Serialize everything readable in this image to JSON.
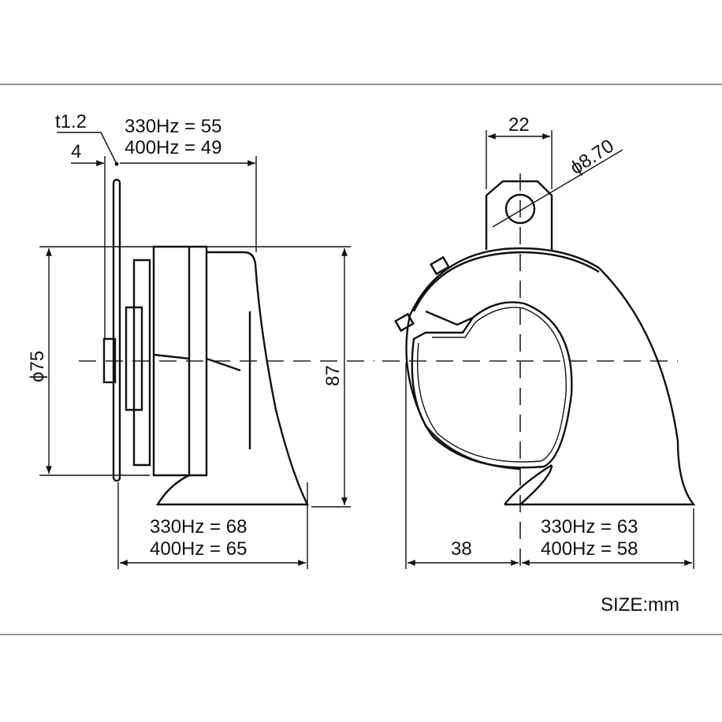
{
  "drawing": {
    "side_view": {
      "thickness_label": "t1.2",
      "offset_label": "4",
      "depth_330": "330Hz = 55",
      "depth_400": "400Hz = 49",
      "diameter_label": "ϕ75",
      "height_label": "87",
      "base_330": "330Hz = 68",
      "base_400": "400Hz = 65"
    },
    "front_view": {
      "bracket_width_label": "22",
      "hole_diameter_label": "ϕ8.70",
      "left_offset_label": "38",
      "right_330": "330Hz = 63",
      "right_400": "400Hz = 58"
    },
    "units_label": "SIZE:mm"
  }
}
